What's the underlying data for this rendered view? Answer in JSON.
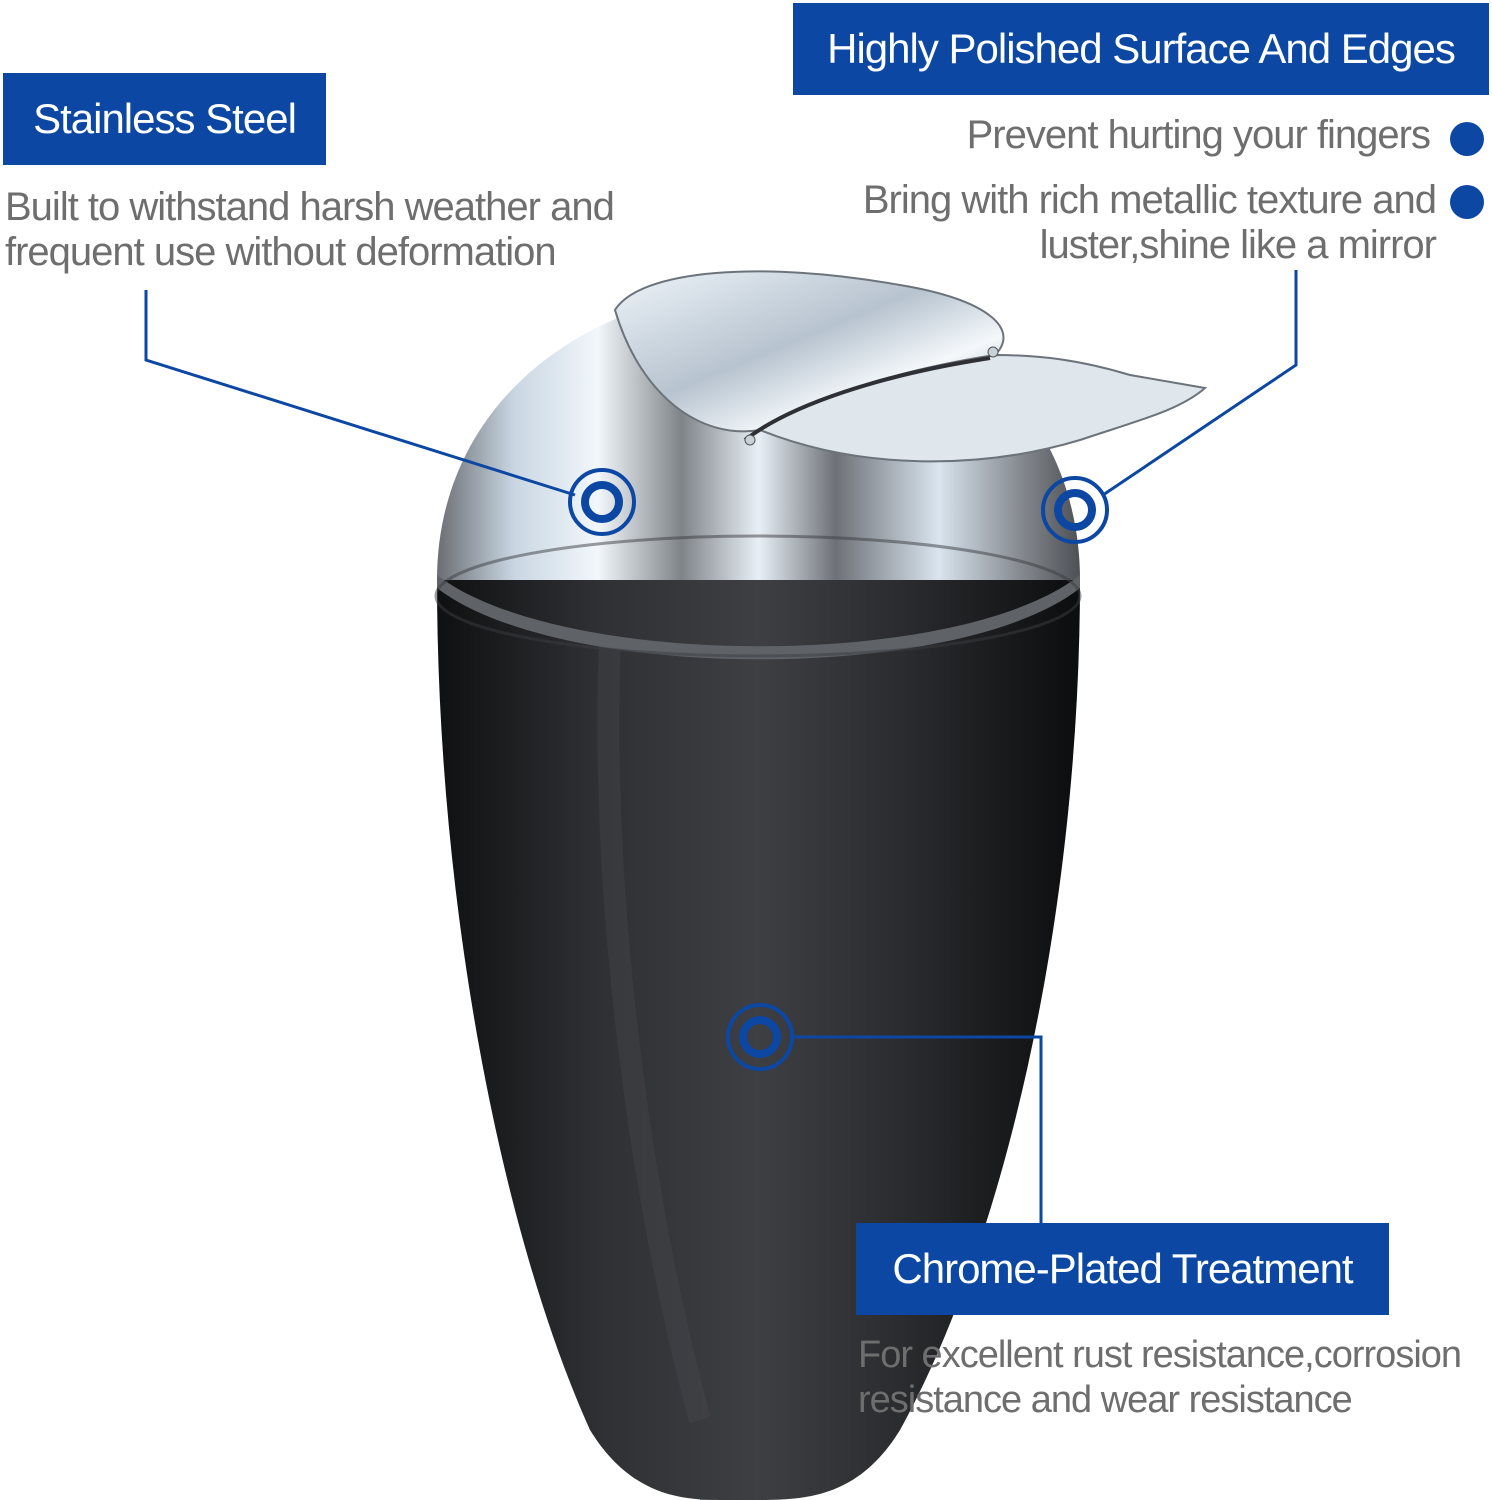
{
  "colors": {
    "accent": "#0b47a3",
    "text_gray": "#6e6e6e",
    "body_black": "#2a2b2e",
    "chrome_light": "#dfe9f2",
    "background": "#ffffff"
  },
  "callouts": {
    "stainless": {
      "title": "Stainless Steel",
      "lines": [
        "Built to withstand harsh weather and",
        "frequent use without deformation"
      ]
    },
    "polished": {
      "title": "Highly Polished Surface And Edges",
      "bullets": [
        "Prevent hurting your fingers",
        "Bring with rich metallic texture and"
      ],
      "bullet2_cont": "luster,shine like a mirror"
    },
    "chrome": {
      "title": "Chrome-Plated Treatment",
      "lines": [
        "For excellent rust resistance,corrosion",
        "resistance and wear resistance"
      ]
    }
  },
  "icons": {
    "marker": "target-ring-icon",
    "bullet": "bullet-dot-icon"
  }
}
